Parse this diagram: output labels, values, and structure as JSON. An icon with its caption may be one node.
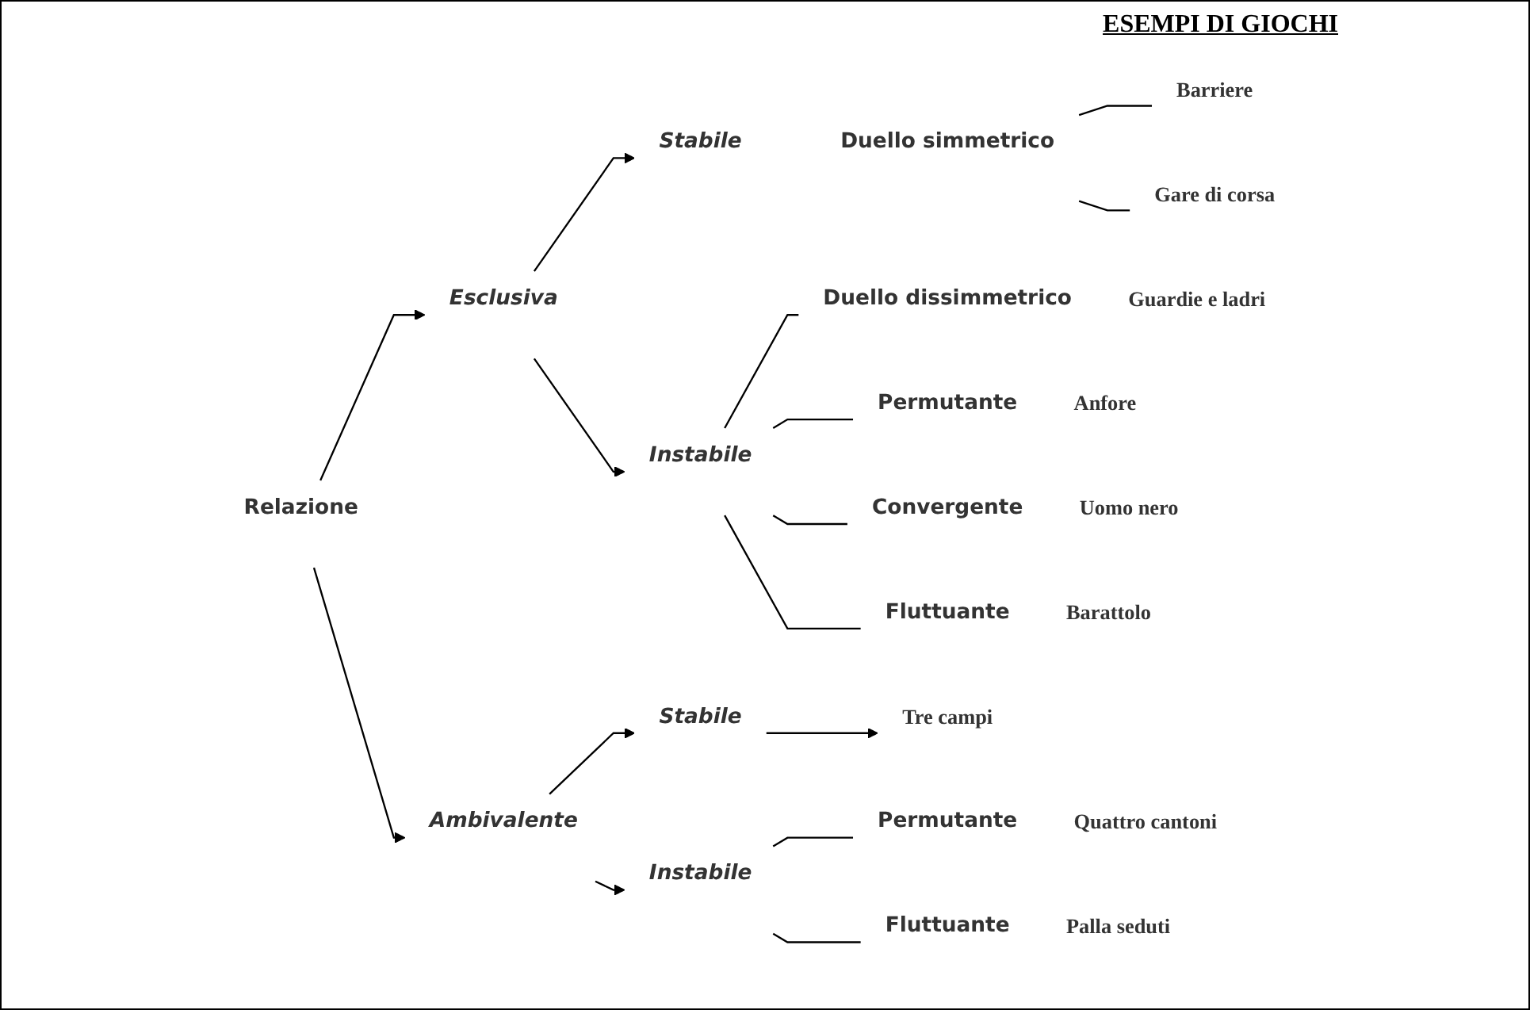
{
  "diagram": {
    "title": "ESEMPI DI GIOCHI",
    "nodes": [
      {
        "text": [
          "Relazione"
        ]
      },
      {
        "text": [
          "Esclusiva"
        ]
      },
      {
        "text": [
          "Stabile"
        ]
      },
      {
        "text": [
          "Duello simmetrico"
        ]
      },
      {
        "text": [
          "Barriere"
        ]
      },
      {
        "text": [
          "Gare di corsa"
        ]
      },
      {
        "text": [
          "Instabile"
        ]
      },
      {
        "text": [
          "Duello dissimmetrico"
        ],
        "beside": [
          "Guardie e ladri"
        ]
      },
      {
        "text": [
          "Permutante"
        ],
        "beside": [
          "Anfore"
        ]
      },
      {
        "text": [
          "Convergente"
        ],
        "beside": [
          "Uomo nero"
        ]
      },
      {
        "text": [
          "Fluttuante"
        ],
        "beside": [
          "Barattolo"
        ]
      },
      {
        "text": [
          "Ambivalente"
        ]
      },
      {
        "text": [
          "Stabile"
        ]
      },
      {
        "text": [
          "Tre campi"
        ]
      },
      {
        "text": [
          "Instabile"
        ]
      },
      {
        "text": [
          "Permutante"
        ],
        "beside": [
          "Quattro cantoni"
        ]
      },
      {
        "text": [
          "Fluttuante"
        ],
        "beside": [
          "Palla seduti"
        ]
      }
    ],
    "edges": [
      {
        "from": 0,
        "to": 1,
        "arrow": "to"
      },
      {
        "from": 0,
        "to": 11,
        "arrow": "to"
      },
      {
        "from": 1,
        "to": 2,
        "arrow": "to"
      },
      {
        "from": 1,
        "to": 6,
        "arrow": "to"
      },
      {
        "from": 3,
        "to": 4,
        "arrow": "none"
      },
      {
        "from": 3,
        "to": 5,
        "arrow": "none"
      },
      {
        "from": 6,
        "to": 7,
        "arrow": "none"
      },
      {
        "from": 6,
        "to": 8,
        "arrow": "none"
      },
      {
        "from": 6,
        "to": 9,
        "arrow": "none"
      },
      {
        "from": 6,
        "to": 10,
        "arrow": "none"
      },
      {
        "from": 11,
        "to": 12,
        "arrow": "to"
      },
      {
        "from": 11,
        "to": 14,
        "arrow": "to"
      },
      {
        "from": 12,
        "to": 13,
        "arrow": "to"
      },
      {
        "from": 14,
        "to": 15,
        "arrow": "none"
      },
      {
        "from": 14,
        "to": 16,
        "arrow": "none"
      }
    ]
  }
}
